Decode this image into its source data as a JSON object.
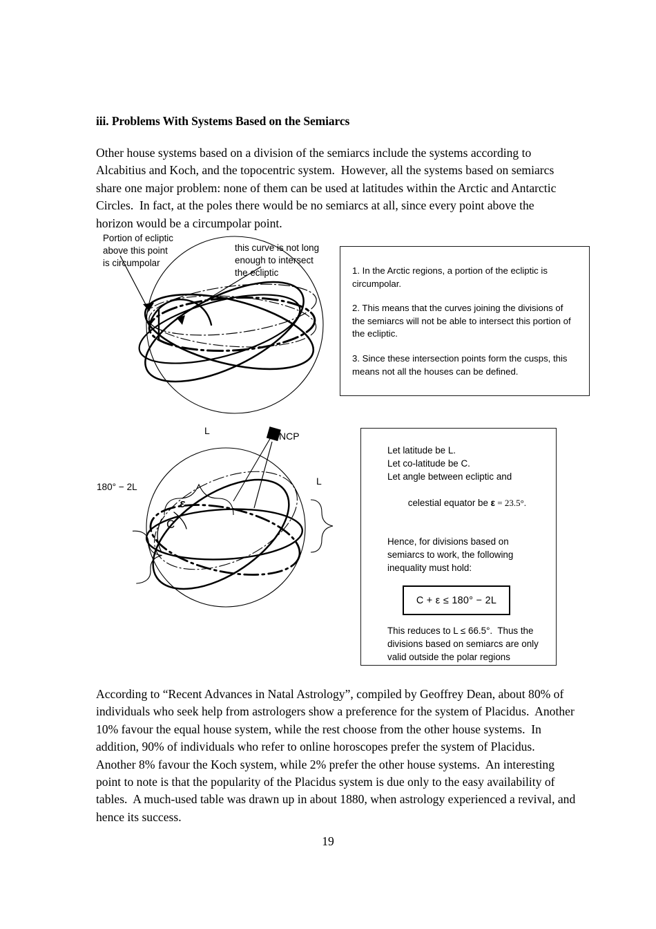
{
  "document": {
    "page_number": "19",
    "heading": "iii. Problems With Systems Based on the Semiarcs",
    "intro_paragraph": "Other house systems based on a division of the semiarcs include the systems according to Alcabitius and Koch, and the topocentric system.  However, all the systems based on semiarcs share one major problem: none of them can be used at latitudes within the Arctic and Antarctic Circles.  In fact, at the poles there would be no semiarcs at all, since every point above the horizon would be a circumpolar point.",
    "closing_paragraph": "According to “Recent Advances in Natal Astrology”, compiled by Geoffrey Dean, about 80% of individuals who seek help from astrologers show a preference for the system of Placidus.  Another 10% favour the equal house system, while the rest choose from the other house systems.  In addition, 90% of individuals who refer to online horoscopes prefer the system of Placidus.  Another 8% favour the Koch system, while 2% prefer the other house systems.  An interesting point to note is that the popularity of the Placidus system is due only to the easy availability of tables.  A much-used table was drawn up in about 1880, when astrology experienced a revival, and hence its success."
  },
  "figure_one": {
    "caption_circumpolar": "Portion of ecliptic\nabove this point\nis circumpolar",
    "caption_curve_short": "this curve is not long\nenough to intersect\nthe ecliptic"
  },
  "figure_two": {
    "label_l_top": "L",
    "label_l_right": "L",
    "label_ncp": "NCP",
    "label_180_2l": "180° − 2L",
    "label_epsilon": "ε",
    "label_colatitude": "C"
  },
  "arctic_note_box": {
    "items": [
      "1. In the Arctic regions, a portion of the ecliptic is circumpolar.",
      "2. This means that the curves joining the divisions of the semiarcs will not be able to intersect this portion of the ecliptic.",
      "3. Since these intersection points form the cusps, this means not all the houses can be defined."
    ]
  },
  "definitions_note_box": {
    "line_latitude": "Let latitude be L.",
    "line_colatitude": "Let co-latitude be C.",
    "line_angle_part1": "Let angle between ecliptic and",
    "line_angle_part2_prefix": "celestial equator be ",
    "line_angle_symbol": "ε",
    "line_angle_value": " = 23.5°.",
    "hence_text": "Hence, for divisions based on semiarcs to work, the following inequality must hold:",
    "inequality": "C + ε  ≤  180° − 2L",
    "conclusion": "This reduces to L ≤ 66.5°.  Thus the divisions based on semiarcs are only valid outside the polar regions"
  },
  "colors": {
    "ink": "#000000",
    "page_background": "#ffffff",
    "box_border": "#1a1a1a"
  }
}
